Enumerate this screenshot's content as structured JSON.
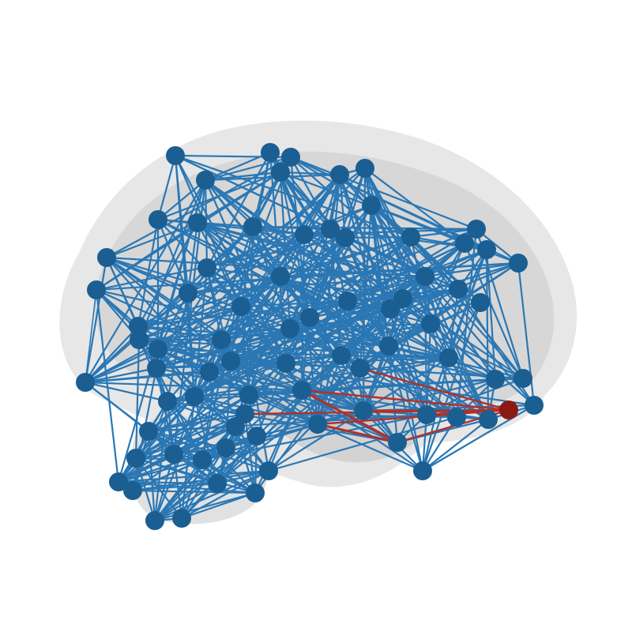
{
  "figure": {
    "kind": "brain-connectome-sagittal",
    "colors": {
      "background": "#ffffff",
      "brain_outer": "#e4e4e4",
      "brain_inner": "#d2d2d2",
      "brain_shadow": "#c6c6c6",
      "edge_main": "#2a77b4",
      "node_main": "#1b5e92",
      "edge_highlight": "#b0312b",
      "node_highlight": "#8b1a13"
    },
    "highlighted_node_id": "n67",
    "node_count": 77
  }
}
